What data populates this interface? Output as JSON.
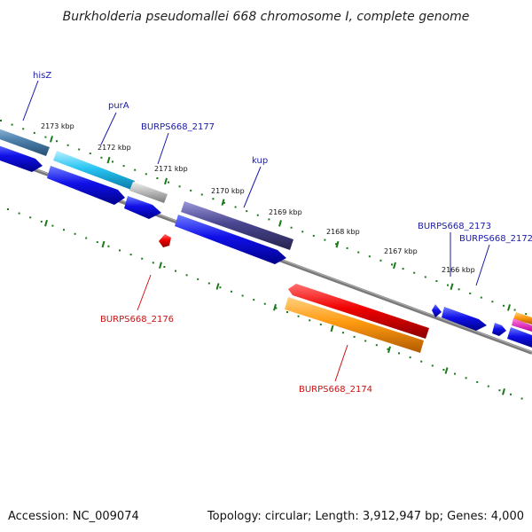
{
  "title": "Burkholderia pseudomallei 668 chromosome I, complete genome",
  "footer": {
    "accession": "Accession: NC_009074",
    "summary": "Topology: circular; Length: 3,912,947 bp; Genes: 4,000"
  },
  "ticks": [
    "2173 kbp",
    "2172 kbp",
    "2171 kbp",
    "2170 kbp",
    "2169 kbp",
    "2168 kbp",
    "2167 kbp",
    "2166 kbp"
  ],
  "gene_labels": {
    "hisZ": "hisZ",
    "purA": "purA",
    "b2177": "BURPS668_2177",
    "kup": "kup",
    "b2173": "BURPS668_2173",
    "b2172": "BURPS668_2172",
    "b2176": "BURPS668_2176",
    "b2174": "BURPS668_2174"
  },
  "colors": {
    "forward_gene": "#1010e0",
    "reverse_gene": "#e01010",
    "cds_orange": "#ff8c00",
    "backbone": "#808080",
    "tick": "#1a7a1a",
    "label_forward": "#1a1aa8",
    "label_reverse": "#cc1111"
  }
}
